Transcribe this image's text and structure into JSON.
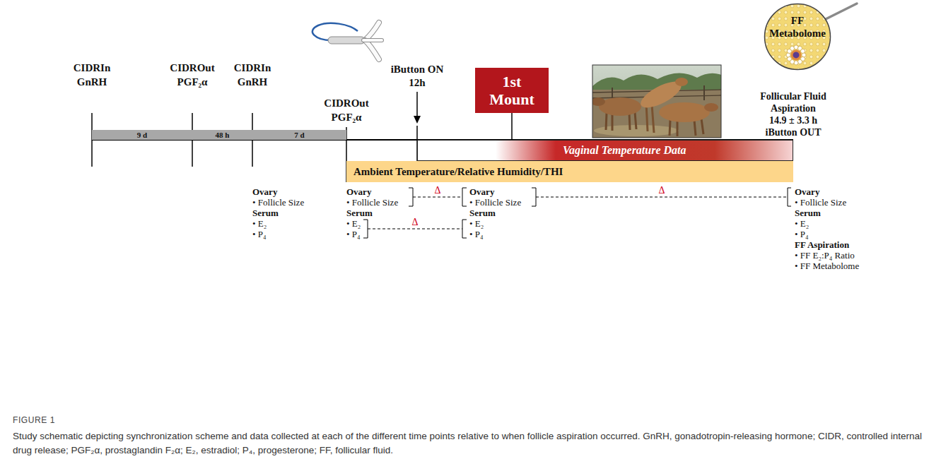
{
  "diagram": {
    "title": "FIGURE 1",
    "caption": "Study schematic depicting synchronization scheme and data collected at each of the different time points relative to when follicle aspiration occurred. GnRH, gonadotropin-releasing hormone; CIDR, controlled internal drug release; PGF₂α, prostaglandin F₂α; E₂, estradiol; P₄, progesterone; FF, follicular fluid.",
    "nodes": [
      {
        "text": [
          "FF Metabolome"
        ]
      },
      {
        "text": [
          "1st Mount"
        ]
      },
      {
        "text": [
          "9 d"
        ]
      },
      {
        "text": [
          "48 h"
        ]
      },
      {
        "text": [
          "7 d"
        ]
      },
      {
        "text": [
          "Vaginal Temperature Data"
        ]
      },
      {
        "text": [
          "Ambient Temperature/Relative Humidity/THI"
        ]
      }
    ],
    "edges": [
      {
        "from": 1,
        "to": 5,
        "arrow": "none"
      }
    ],
    "labels": [
      "CIDRIn GnRH",
      "CIDROut PGF₂α",
      "CIDRIn GnRH",
      "CIDROut PGF₂α",
      "iButton ON",
      "12h",
      "Follicular Fluid Aspiration",
      "14.9 ± 3.3 h",
      "iButton OUT",
      "Ovary",
      "• Follicle Size",
      "Serum",
      "• E₂",
      "• P₄",
      "Ovary",
      "• Follicle Size",
      "Serum",
      "• E₂",
      "• P₄",
      "Δ",
      "Δ",
      "Ovary",
      "• Follicle Size",
      "Serum",
      "• E₂",
      "• P₄",
      "Δ",
      "Ovary",
      "• Follicle Size",
      "Serum",
      "• E₂",
      "• P₄",
      "FF Aspiration",
      "• FF E₂:P₄ Ratio",
      "• FF Metabolome"
    ]
  }
}
